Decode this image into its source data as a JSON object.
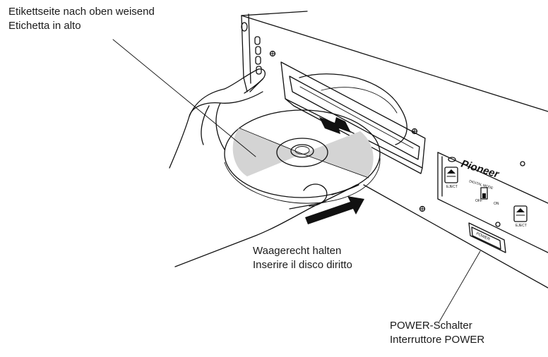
{
  "callouts": {
    "label_side": {
      "line1": "Etikettseite nach oben weisend",
      "line2": "Etichetta in alto"
    },
    "hold_level": {
      "line1": "Waagerecht halten",
      "line2": "Inserire il disco diritto"
    },
    "power_switch": {
      "line1": "POWER-Schalter",
      "line2": "Interruttore POWER"
    }
  },
  "device": {
    "brand": "Pioneer",
    "eject_left": "EJECT",
    "eject_right": "EJECT",
    "digital_mode": "DIGITAL MODE",
    "mode_off": "OFF",
    "mode_on": "ON",
    "power_button": "POWER"
  },
  "colors": {
    "ink": "#111111",
    "disc_label_gray": "#d4d4d4",
    "paper": "#ffffff"
  }
}
